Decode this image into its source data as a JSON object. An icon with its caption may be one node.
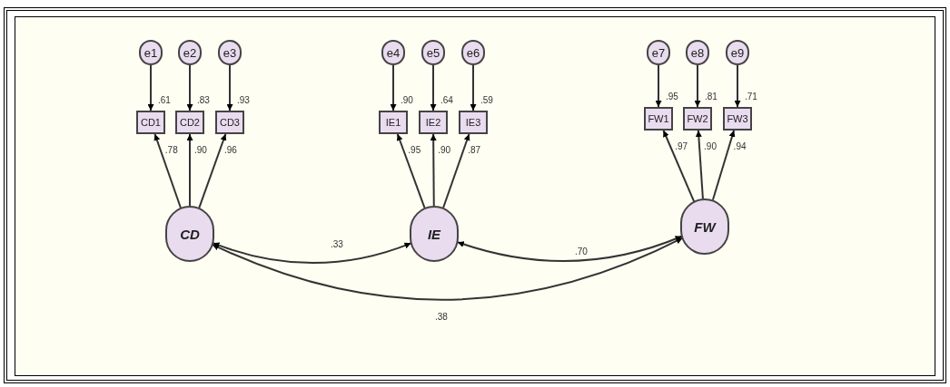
{
  "diagram": {
    "nodes": [
      {
        "text": [
          "e1"
        ]
      },
      {
        "text": [
          "e2"
        ]
      },
      {
        "text": [
          "e3"
        ]
      },
      {
        "text": [
          "e4"
        ]
      },
      {
        "text": [
          "e5"
        ]
      },
      {
        "text": [
          "e6"
        ]
      },
      {
        "text": [
          "e7"
        ]
      },
      {
        "text": [
          "e8"
        ]
      },
      {
        "text": [
          "e9"
        ]
      },
      {
        "text": [
          "CD1"
        ],
        "beside": [
          ".61"
        ]
      },
      {
        "text": [
          "CD2"
        ],
        "beside": [
          ".83"
        ]
      },
      {
        "text": [
          "CD3"
        ],
        "beside": [
          ".93"
        ]
      },
      {
        "text": [
          "IE1"
        ],
        "beside": [
          ".90"
        ]
      },
      {
        "text": [
          "IE2"
        ],
        "beside": [
          ".64"
        ]
      },
      {
        "text": [
          "IE3"
        ],
        "beside": [
          ".59"
        ]
      },
      {
        "text": [
          "FW1"
        ],
        "beside": [
          ".95"
        ]
      },
      {
        "text": [
          "FW2"
        ],
        "beside": [
          ".81"
        ]
      },
      {
        "text": [
          "FW3"
        ],
        "beside": [
          ".71"
        ]
      },
      {
        "text": [
          "CD"
        ]
      },
      {
        "text": [
          "IE"
        ]
      },
      {
        "text": [
          "FW"
        ]
      }
    ],
    "edges": [
      {
        "from": 0,
        "to": 9,
        "arrow": "to"
      },
      {
        "from": 1,
        "to": 10,
        "arrow": "to"
      },
      {
        "from": 2,
        "to": 11,
        "arrow": "to"
      },
      {
        "from": 3,
        "to": 12,
        "arrow": "to"
      },
      {
        "from": 4,
        "to": 13,
        "arrow": "to"
      },
      {
        "from": 5,
        "to": 14,
        "arrow": "to"
      },
      {
        "from": 6,
        "to": 15,
        "arrow": "to"
      },
      {
        "from": 7,
        "to": 16,
        "arrow": "to"
      },
      {
        "from": 8,
        "to": 17,
        "arrow": "to"
      },
      {
        "from": 18,
        "to": 9,
        "arrow": "to",
        "label": ".78"
      },
      {
        "from": 18,
        "to": 10,
        "arrow": "to",
        "label": ".90"
      },
      {
        "from": 18,
        "to": 11,
        "arrow": "to",
        "label": ".96"
      },
      {
        "from": 19,
        "to": 12,
        "arrow": "to",
        "label": ".95"
      },
      {
        "from": 19,
        "to": 13,
        "arrow": "to",
        "label": ".90"
      },
      {
        "from": 19,
        "to": 14,
        "arrow": "to",
        "label": ".87"
      },
      {
        "from": 20,
        "to": 15,
        "arrow": "to",
        "label": ".97"
      },
      {
        "from": 20,
        "to": 16,
        "arrow": "to",
        "label": ".90"
      },
      {
        "from": 20,
        "to": 17,
        "arrow": "to",
        "label": ".94"
      },
      {
        "from": 18,
        "to": 19,
        "arrow": "both",
        "label": ".33"
      },
      {
        "from": 19,
        "to": 20,
        "arrow": "both",
        "label": ".70"
      },
      {
        "from": 18,
        "to": 20,
        "arrow": "both",
        "label": ".38"
      }
    ]
  }
}
